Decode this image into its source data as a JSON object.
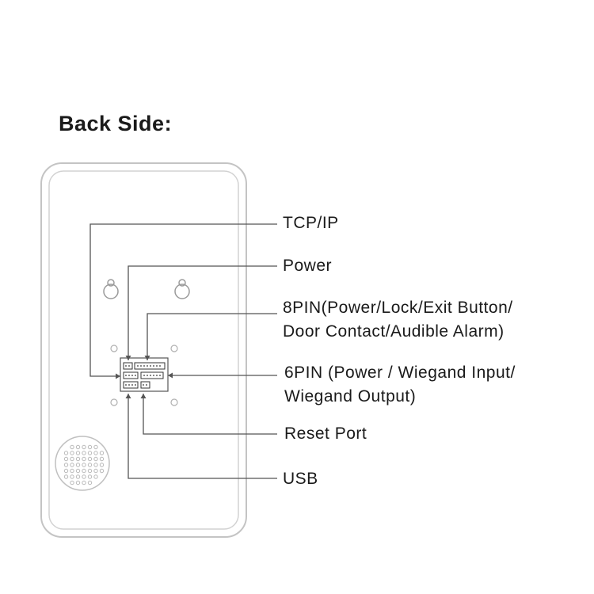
{
  "heading": "Back Side:",
  "labels": {
    "tcp_ip": "TCP/IP",
    "power": "Power",
    "pin8_line1": "8PIN(Power/Lock/Exit Button/",
    "pin8_line2": "Door Contact/Audible Alarm)",
    "pin6_line1": "6PIN (Power / Wiegand Input/",
    "pin6_line2": "Wiegand Output)",
    "reset_port": "Reset Port",
    "usb": "USB"
  },
  "colors": {
    "outline": "#bdbdbd",
    "line": "#555555",
    "text": "#1a1a1a"
  }
}
